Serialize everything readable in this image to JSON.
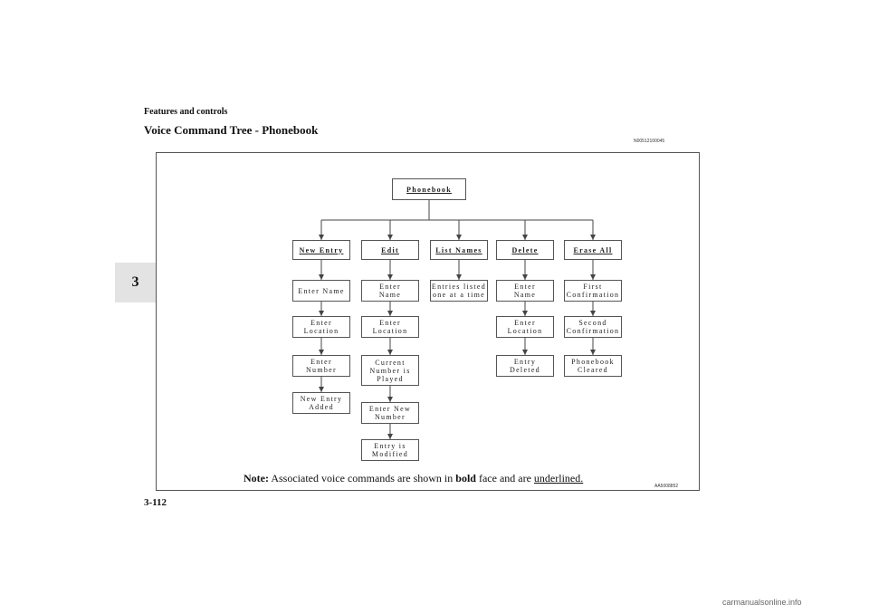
{
  "header": {
    "section": "Features and controls",
    "title": "Voice Command Tree - Phonebook",
    "code": "N00512100045",
    "chapter_tab": "3"
  },
  "tree": {
    "root": "Phonebook",
    "columns": [
      {
        "command": "New Entry",
        "steps": [
          "Enter Name",
          "Enter\nLocation",
          "Enter\nNumber",
          "New Entry\nAdded"
        ]
      },
      {
        "command": "Edit",
        "steps": [
          "Enter\nName",
          "Enter\nLocation",
          "Current\nNumber is\nPlayed",
          "Enter New\nNumber",
          "Entry is\nModified"
        ]
      },
      {
        "command": "List Names",
        "steps": [
          "Entries listed\none at a time"
        ]
      },
      {
        "command": "Delete",
        "steps": [
          "Enter\nName",
          "Enter\nLocation",
          "Entry\nDeleted"
        ]
      },
      {
        "command": "Erase All",
        "steps": [
          "First\nConfirmation",
          "Second\nConfirmation",
          "Phonebook\nCleared"
        ]
      }
    ]
  },
  "note": {
    "label": "Note:",
    "text1": " Associated voice commands are shown in ",
    "bold": "bold",
    "text2": " face and are ",
    "underlined": "underlined."
  },
  "figure_id": "AA5008852",
  "page_number": "3-112",
  "footer": "carmanualsonline.info"
}
